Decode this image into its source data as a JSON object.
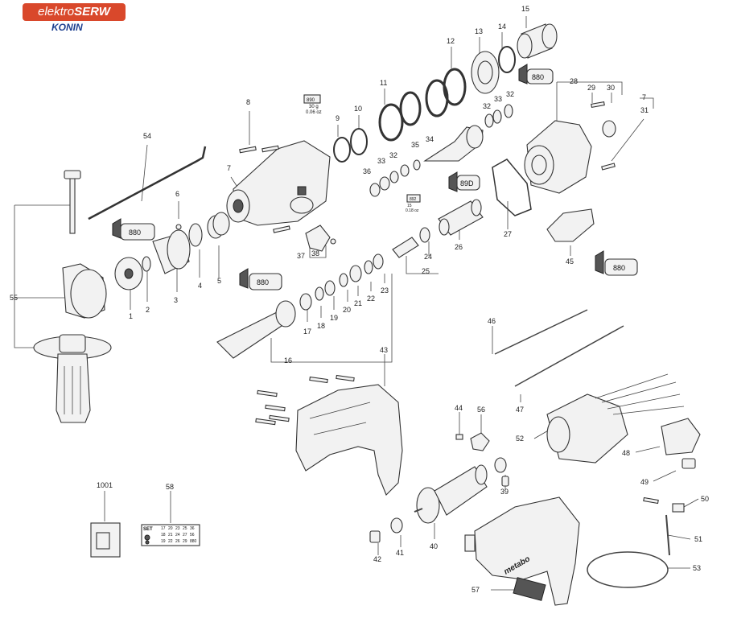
{
  "brand": {
    "name_prefix": "elektro",
    "name_suffix": "SERW",
    "location": "KONIN"
  },
  "part_numbers": [
    "1",
    "2",
    "3",
    "4",
    "5",
    "6",
    "7",
    "8",
    "9",
    "10",
    "11",
    "12",
    "13",
    "14",
    "15",
    "16",
    "17",
    "18",
    "19",
    "20",
    "21",
    "22",
    "23",
    "24",
    "25",
    "26",
    "27",
    "28",
    "29",
    "30",
    "7",
    "31",
    "32",
    "33",
    "34",
    "35",
    "32",
    "33",
    "32",
    "36",
    "37",
    "38",
    "39",
    "40",
    "41",
    "42",
    "43",
    "44",
    "45",
    "46",
    "47",
    "48",
    "49",
    "50",
    "51",
    "52",
    "53",
    "54",
    "55",
    "56",
    "57",
    "58",
    "1001"
  ],
  "grease_tubes": [
    "880",
    "880",
    "880",
    "880",
    "89D"
  ],
  "grease_labels": {
    "a_code": "890",
    "a_qty": "30 g",
    "a_oz": "0.06 oz",
    "b_code": "892",
    "b_qty": "15",
    "b_oz": "0.18 oz"
  },
  "brand_on_housing": "metabo",
  "set_table": {
    "title": "SET",
    "rows": [
      [
        "17",
        "20",
        "23",
        "25",
        "36"
      ],
      [
        "18",
        "21",
        "24",
        "27",
        "56"
      ],
      [
        "19",
        "22",
        "26",
        "29",
        "880"
      ]
    ]
  }
}
